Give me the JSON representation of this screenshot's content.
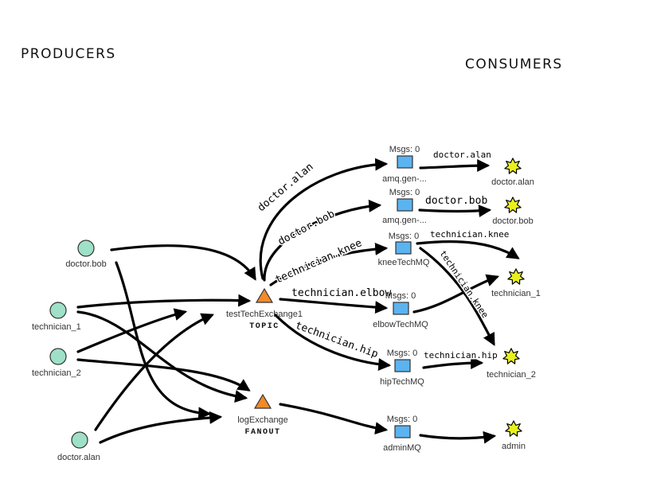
{
  "headers": {
    "producers": "PRODUCERS",
    "consumers": "CONSUMERS"
  },
  "producers": [
    "doctor.bob",
    "technician_1",
    "technician_2",
    "doctor.alan"
  ],
  "exchanges": {
    "tech": {
      "name": "testTechExchange1",
      "type": "TOPIC"
    },
    "log": {
      "name": "logExchange",
      "type": "FANOUT"
    }
  },
  "queues": [
    {
      "name": "amq.gen-...",
      "msgs": "Msgs: 0"
    },
    {
      "name": "amq.gen-...",
      "msgs": "Msgs: 0"
    },
    {
      "name": "kneeTechMQ",
      "msgs": "Msgs: 0"
    },
    {
      "name": "elbowTechMQ",
      "msgs": "Msgs: 0"
    },
    {
      "name": "hipTechMQ",
      "msgs": "Msgs: 0"
    },
    {
      "name": "adminMQ",
      "msgs": "Msgs: 0"
    }
  ],
  "consumers": [
    "doctor.alan",
    "doctor.bob",
    "technician_1",
    "technician_2",
    "admin"
  ],
  "routing_keys": {
    "ex_doctor_alan": "doctor.alan",
    "ex_doctor_bob": "doctor.bob",
    "ex_knee": "technician.knee",
    "ex_elbow": "technician.elbow",
    "ex_hip": "technician.hip",
    "q_doctor_alan": "doctor.alan",
    "q_doctor_bob": "doctor.bob",
    "q_knee": "technician.knee",
    "q_knee_cross": "technician.knee",
    "q_hip": "technician.hip"
  },
  "colors": {
    "producer": "#9fe0c8",
    "exchange": "#f08a2c",
    "queue": "#5bb3f0",
    "consumer": "#e8f020"
  }
}
